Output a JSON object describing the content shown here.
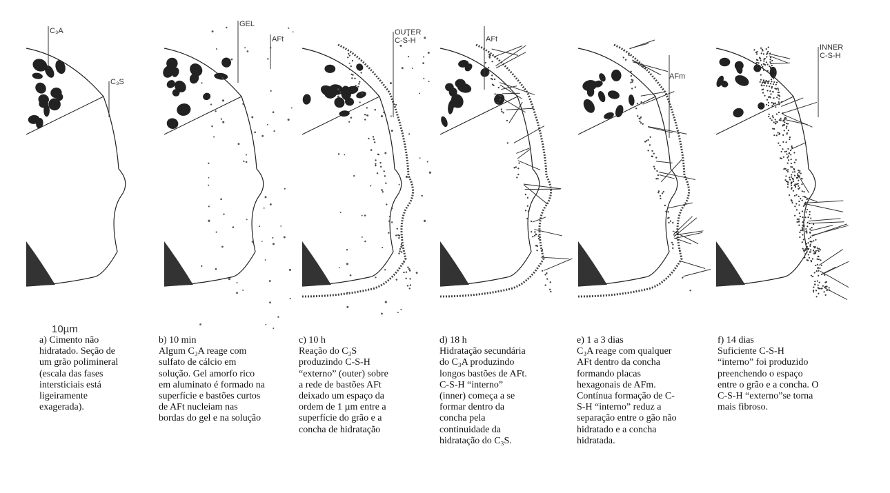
{
  "scale_bar_label": "10µm",
  "panels": [
    {
      "labels": [
        "C₃A",
        "C₃S"
      ],
      "caption": [
        "a) Cimento não",
        "hidratado. Seção de",
        "um grão polimineral",
        "(escala das fases",
        "intersticiais está",
        "ligeiramente",
        "exagerada)."
      ]
    },
    {
      "labels": [
        "GEL",
        "AFt"
      ],
      "caption": [
        "b) 10 min",
        "Algum C₃A reage com",
        "sulfato de cálcio em",
        "solução. Gel amorfo rico",
        "em aluminato é formado na",
        "superfície e bastões curtos",
        "de AFt nucleiam nas",
        "bordas do gel e na solução"
      ]
    },
    {
      "labels": [
        "OUTER",
        "C-S-H"
      ],
      "caption": [
        "c) 10 h",
        "Reação do C₃S",
        "produzindo C-S-H",
        "“externo” (outer) sobre",
        "a rede de bastões AFt",
        "deixado um espaço da",
        "ordem de 1 µm entre a",
        "superfície do grão e a",
        "concha de hidratação"
      ]
    },
    {
      "labels": [
        "AFt"
      ],
      "caption": [
        "d) 18 h",
        "Hidratação secundária",
        "do C₃A produzindo",
        "longos bastões de AFt.",
        "C-S-H “interno”",
        "(inner) começa a se",
        "formar dentro da",
        "concha pela",
        "continuidade da",
        "hidratação do C₃S."
      ]
    },
    {
      "labels": [
        "AFm"
      ],
      "caption": [
        "e) 1 a 3 dias",
        "C₃A reage com qualquer",
        "AFt dentro da concha",
        "formando placas",
        "hexagonais de AFm.",
        "Contínua formação de C-",
        "S-H “interno” reduz a",
        "separação entre o gão não",
        "hidratado e a concha",
        "hidratada."
      ]
    },
    {
      "labels": [
        "INNER",
        "C-S-H"
      ],
      "caption": [
        "f) 14 dias",
        "Suficiente C-S-H",
        "“interno” foi produzido",
        "preenchendo o espaço",
        "entre o grão e a concha. O",
        "C-S-H “externo”se torna",
        "mais fibroso."
      ]
    }
  ]
}
